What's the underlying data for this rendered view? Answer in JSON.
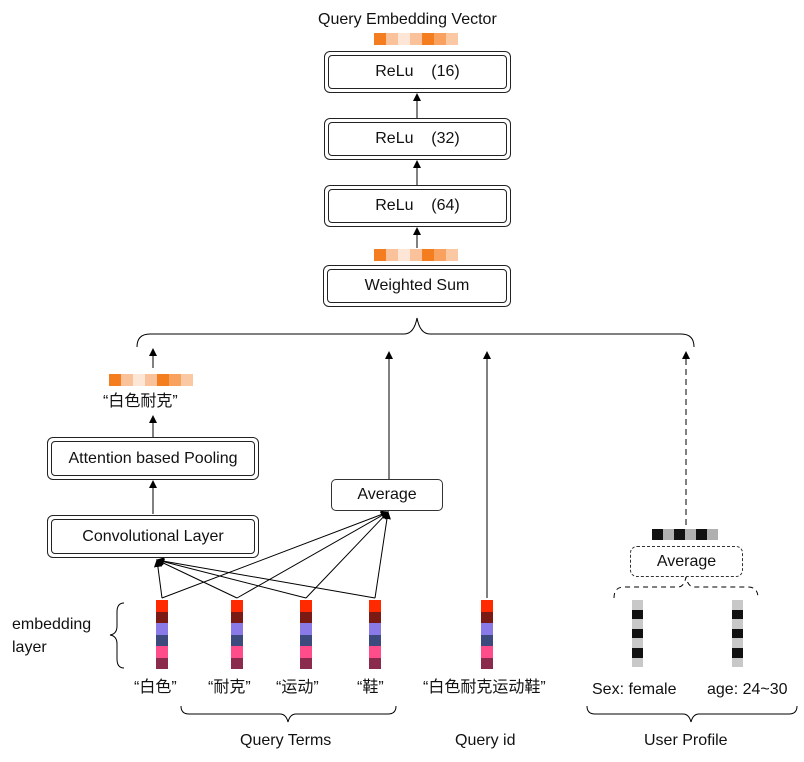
{
  "title": "Query Embedding Vector",
  "layers": {
    "relu16": "ReLu    (16)",
    "relu32": "ReLu    (32)",
    "relu64": "ReLu    (64)",
    "weighted_sum": "Weighted Sum"
  },
  "branches": {
    "pooled_label": "“白色耐克”",
    "attention_pooling": "Attention based Pooling",
    "convolutional_layer": "Convolutional Layer",
    "average_terms": "Average",
    "average_profile": "Average"
  },
  "embedding_layer_label": [
    "embedding",
    "layer"
  ],
  "terms": [
    "“白色”",
    "“耐克”",
    "“运动”",
    "“鞋”"
  ],
  "query_id_label": "“白色耐克运动鞋”",
  "profile": {
    "sex": "Sex: female",
    "age": "age: 24~30"
  },
  "groups": {
    "query_terms": "Query Terms",
    "query_id": "Query id",
    "user_profile": "User Profile"
  },
  "colors": {
    "orange_vector": [
      "#f47d20",
      "#f9c29a",
      "#fde6d6",
      "#f9c29a",
      "#f47d20",
      "#f9a15e",
      "#fbc8a4"
    ],
    "embedding_column": [
      "#ff2a00",
      "#7a1a14",
      "#8a7ae8",
      "#3c4a7e",
      "#ff4c8a",
      "#8a2a4c"
    ],
    "profile_vector": [
      "#111111",
      "#b0b0b0",
      "#111111",
      "#b0b0b0",
      "#111111",
      "#b0b0b0"
    ],
    "profile_column": [
      "#c8c8c8",
      "#111111",
      "#c8c8c8",
      "#111111",
      "#c8c8c8",
      "#111111",
      "#c8c8c8"
    ]
  }
}
